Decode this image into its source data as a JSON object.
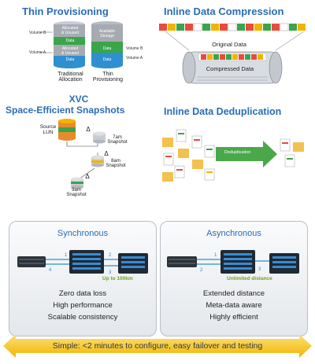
{
  "thin": {
    "title": "Thin Provisioning",
    "trad_label": "Traditional\nAllocation",
    "thin_label": "Thin\nProvisioning",
    "vol_b_left": "Volume B",
    "vol_a_left": "Volume A",
    "vol_b_right": "Volume B",
    "vol_a_right": "Volume A",
    "alloc_unused": "Allocated\n& Unused",
    "data": "Data",
    "available": "Available\nStorage"
  },
  "compression": {
    "title": "Inline Data Compression",
    "original": "Original Data",
    "compressed": "Compressed Data"
  },
  "xvc": {
    "title_line1": "XVC",
    "title_line2": "Space-Efficient Snapshots",
    "source": "Source\nLUN",
    "delta": "Δ",
    "snap7": "7am\nSnapshot",
    "snap8": "8am\nSnapshot",
    "snap9": "9am\nSnapshot"
  },
  "dedup": {
    "title": "Inline Data Deduplication",
    "arrow": "Deduplication"
  },
  "sync": {
    "title": "Synchronous",
    "distance": "Up to 100km",
    "lines": [
      "Zero data loss",
      "High performance",
      "Scalable consistency"
    ]
  },
  "async": {
    "title": "Asynchronous",
    "distance": "Unlimited distance",
    "lines": [
      "Extended distance",
      "Meta-data aware",
      "Highly efficient"
    ]
  },
  "banner": {
    "text": "Simple: <2 minutes to configure, easy failover and testing"
  },
  "colors": {
    "title_blue": "#2a6db5",
    "data_green": "#3aa54a",
    "alloc_gray": "#9aa0a8",
    "banner_yellow": "#f2b400",
    "distance_green": "#6fa31f"
  }
}
